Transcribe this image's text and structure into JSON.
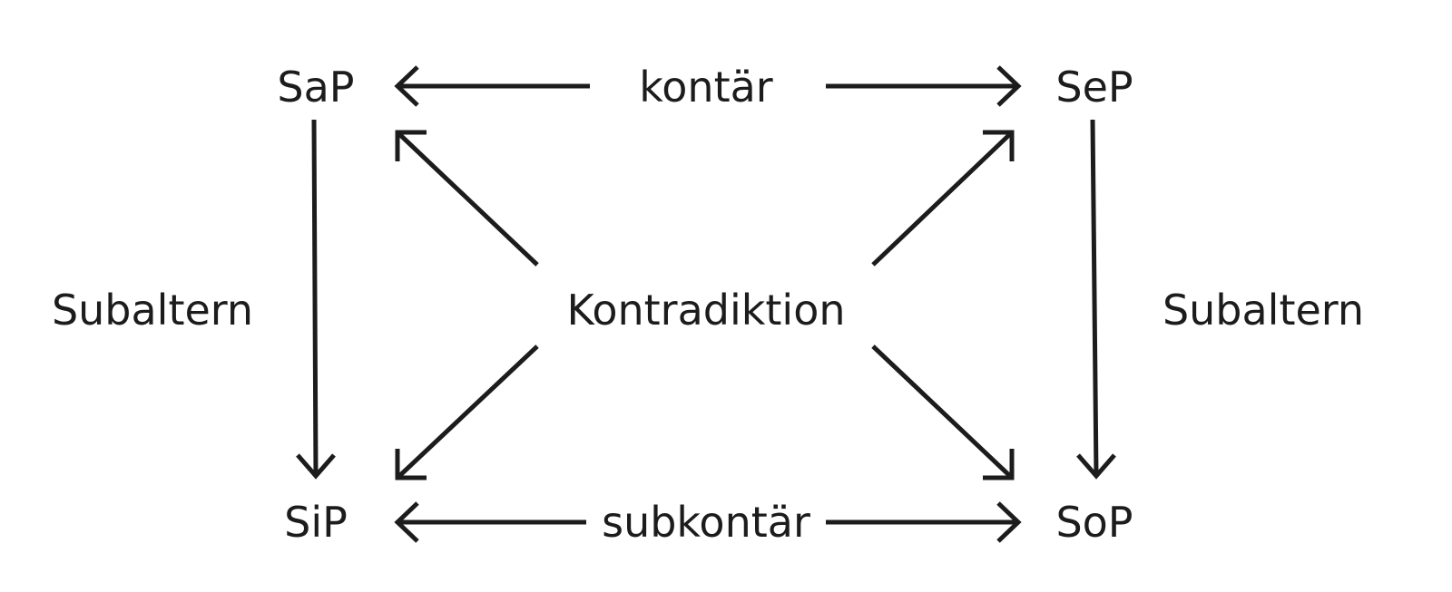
{
  "nodes": {
    "sap": "SaP",
    "sep": "SeP",
    "sip": "SiP",
    "sop": "SoP"
  },
  "relations": {
    "top": "kontär",
    "bottom": "subkontär",
    "center": "Kontradiktion",
    "left": "Subaltern",
    "right": "Subaltern"
  },
  "colors": {
    "ink": "#1c1c1c",
    "background": "#ffffff"
  }
}
